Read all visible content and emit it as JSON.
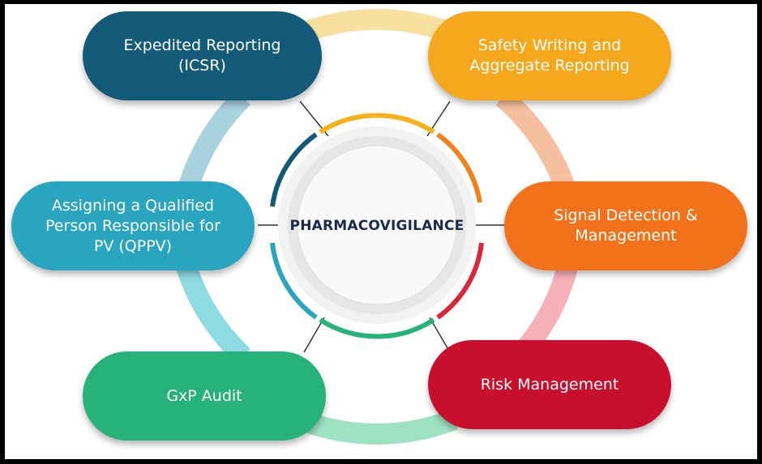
{
  "center": {
    "label": "PHARMACOVIGILANCE"
  },
  "nodes": [
    {
      "label": "Expedited Reporting\n(ICSR)",
      "color": "#135a78"
    },
    {
      "label": "Safety Writing and\nAggregate Reporting",
      "color": "#f5a81c"
    },
    {
      "label": "Assigning a Qualified\nPerson Responsible for\nPV (QPPV)",
      "color": "#2aa5bf"
    },
    {
      "label": "Signal Detection &\nManagement",
      "color": "#f2711b"
    },
    {
      "label": "GxP Audit",
      "color": "#27b279"
    },
    {
      "label": "Risk Management",
      "color": "#c8102e"
    }
  ],
  "ring_colors": {
    "top": "#f8e0a0",
    "right_top": "#f6c0a0",
    "right_bottom": "#f6b0b8",
    "bottom": "#9ee2c4",
    "left_bottom": "#8fdbe3",
    "left_top": "#a8d2de"
  }
}
